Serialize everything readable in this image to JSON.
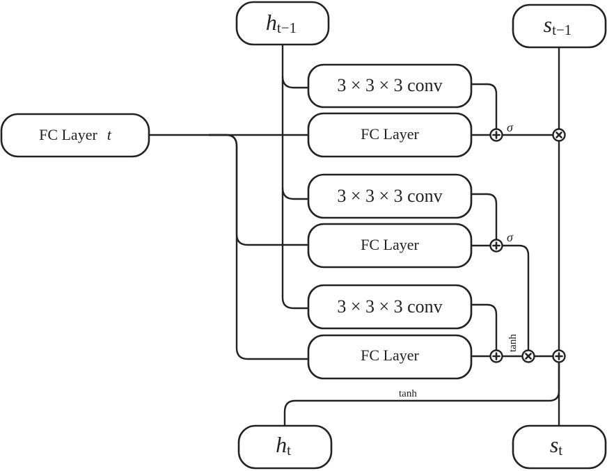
{
  "inputs": {
    "h_prev": {
      "base": "h",
      "sub": "t−1"
    },
    "s_prev": {
      "base": "s",
      "sub": "t−1"
    },
    "fc_t": {
      "label": "FC Layer",
      "var": "t"
    }
  },
  "outputs": {
    "h_t": {
      "base": "h",
      "sub": "t"
    },
    "s_t": {
      "base": "s",
      "sub": "t"
    }
  },
  "blocks": {
    "conv_label": "3 × 3 × 3 conv",
    "fc_label": "FC Layer"
  },
  "annotations": {
    "sigma": "σ",
    "tanh": "tanh"
  }
}
